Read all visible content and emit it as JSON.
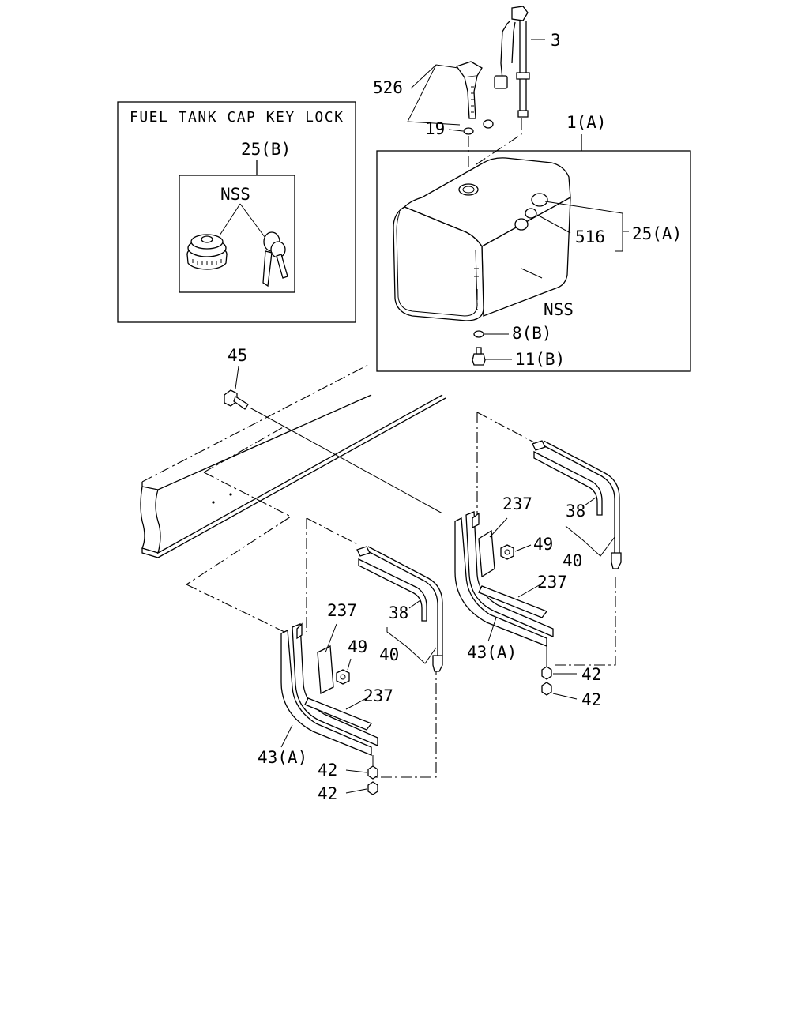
{
  "inset": {
    "title": "FUEL TANK CAP KEY LOCK",
    "group_label": "25(B)",
    "nss_label": "NSS"
  },
  "labels": {
    "p3": "3",
    "p526": "526",
    "p19": "19",
    "p1a": "1(A)",
    "p25a": "25(A)",
    "p516": "516",
    "nss_tank": "NSS",
    "p8b": "8(B)",
    "p11b": "11(B)",
    "p45": "45",
    "p237_r": "237",
    "p38_r": "38",
    "p49_r": "49",
    "p40_r": "40",
    "p237_r2": "237",
    "p43a_r": "43(A)",
    "p42_r1": "42",
    "p42_r2": "42",
    "p237_l": "237",
    "p38_l": "38",
    "p49_l": "49",
    "p40_l": "40",
    "p237_l2": "237",
    "p43a_l": "43(A)",
    "p42_l1": "42",
    "p42_l2": "42"
  }
}
